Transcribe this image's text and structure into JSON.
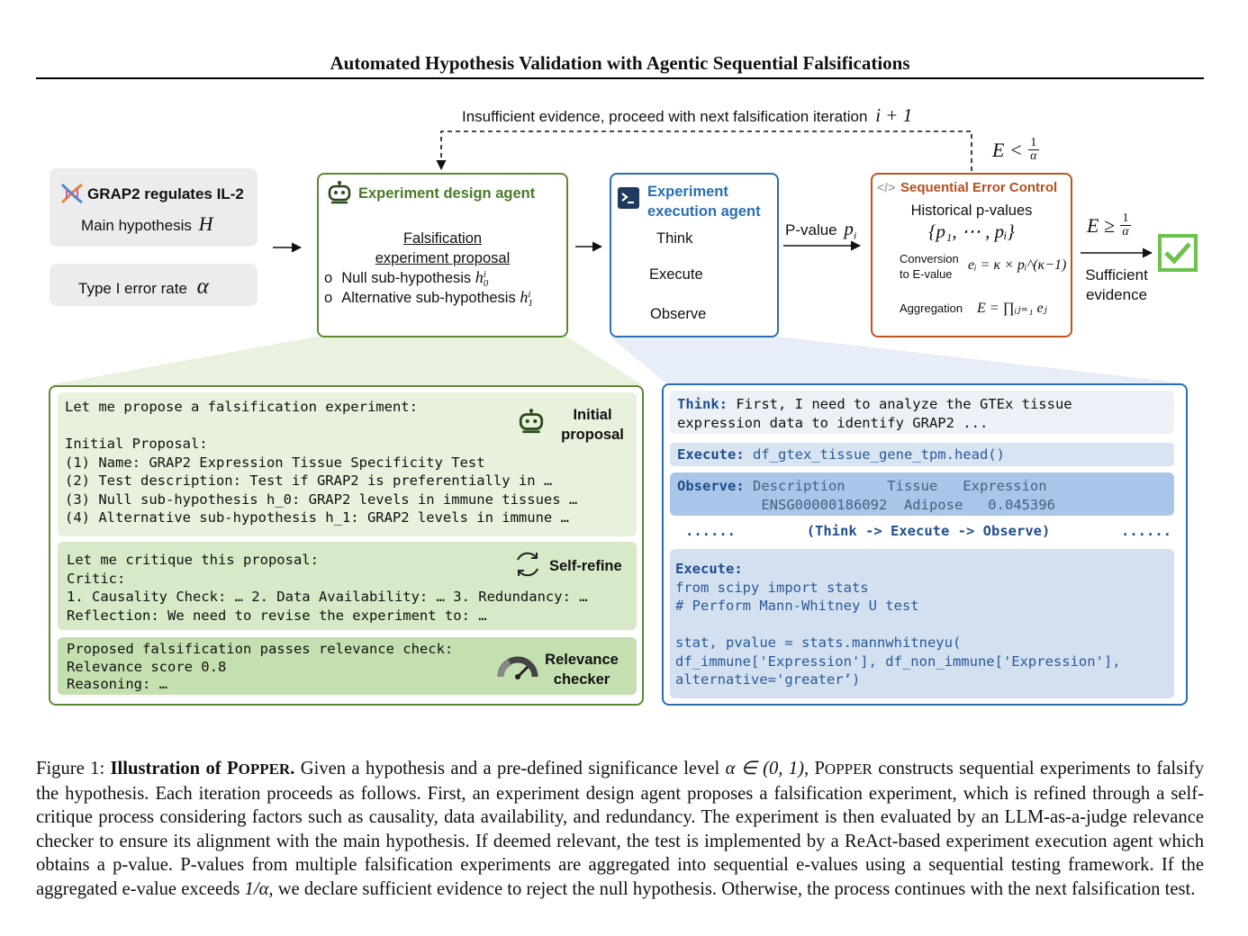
{
  "title": "Automated Hypothesis Validation with Agentic Sequential Falsifications",
  "feedback_loop": {
    "text": "Insufficient evidence, proceed with next falsification iteration",
    "math": "i + 1"
  },
  "stop_condition_lt": {
    "lhs": "E <",
    "num": "1",
    "den": "α"
  },
  "stop_condition_ge": {
    "lhs": "E ≥",
    "num": "1",
    "den": "α"
  },
  "hypothesis_card": {
    "name": "GRAP2 regulates IL-2",
    "label": "Main hypothesis",
    "symbol": "H"
  },
  "error_rate_card": {
    "label": "Type I error rate",
    "symbol": "α"
  },
  "design_agent": {
    "title": "Experiment design agent",
    "proposal_line1": "Falsification",
    "proposal_line2": "experiment proposal",
    "null_label": "Null sub-hypothesis",
    "null_symbol": "h",
    "null_sup": "i",
    "null_sub": "0",
    "alt_label": "Alternative sub-hypothesis",
    "alt_symbol": "h",
    "alt_sup": "i",
    "alt_sub": "1",
    "bullet": "o"
  },
  "execution_agent": {
    "title_line1": "Experiment",
    "title_line2": "execution agent",
    "steps": [
      "Think",
      "Execute",
      "Observe"
    ]
  },
  "pvalue_label": {
    "text": "P-value",
    "symbol": "p",
    "sub": "i"
  },
  "error_control": {
    "title": "Sequential Error Control",
    "history_label": "Historical p-values",
    "history_set": "{p₁, ⋯ , pᵢ}",
    "conversion_label_1": "Conversion",
    "conversion_label_2": "to E-value",
    "conversion_formula": "eᵢ = κ × pᵢ^(κ−1)",
    "aggregation_label": "Aggregation",
    "aggregation_formula": "E = ∏ᵢⱼ₌₁ eⱼ"
  },
  "sufficient": {
    "line1": "Sufficient",
    "line2": "evidence"
  },
  "left_panel": {
    "proposal": {
      "text": "Let me propose a falsification experiment:\n\nInitial Proposal:\n(1) Name: GRAP2 Expression Tissue Specificity Test\n(2) Test description: Test if GRAP2 is preferentially in …\n(3) Null sub-hypothesis h_0: GRAP2 levels in immune tissues …\n(4) Alternative sub-hypothesis h_1: GRAP2 levels in immune …",
      "badge_line1": "Initial",
      "badge_line2": "proposal"
    },
    "critique": {
      "text": "Let me critique this proposal:\nCritic:\n1. Causality Check: … 2. Data Availability: … 3. Redundancy: …\nReflection: We need to revise the experiment to: …",
      "badge": "Self-refine"
    },
    "relevance": {
      "text": "Proposed falsification passes relevance check:\nRelevance score 0.8\nReasoning: …",
      "badge_line1": "Relevance",
      "badge_line2": "checker"
    }
  },
  "right_panel": {
    "think": {
      "label": "Think:",
      "text": " First, I need to analyze the GTEx tissue\nexpression data to identify GRAP2 ..."
    },
    "execute1": {
      "label": "Execute:",
      "text": " df_gtex_tissue_gene_tpm.head()"
    },
    "observe": {
      "label": "Observe:",
      "header": " Description     Tissue   Expression",
      "row": "          ENSG00000186092  Adipose   0.045396"
    },
    "loop": {
      "dots_left": "......",
      "text": "(Think -> Execute -> Observe)",
      "dots_right": "......"
    },
    "execute2": {
      "label": "Execute:",
      "code": "from scipy import stats\n# Perform Mann-Whitney U test\n\nstat, pvalue = stats.mannwhitneyu(\ndf_immune['Expression'], df_non_immune['Expression'],\nalternative='greater’)"
    }
  },
  "caption": {
    "prefix": "Figure 1: ",
    "bold": "Illustration of P",
    "bold_sc": "OPPER",
    "bold_end": ".",
    "text1": " Given a hypothesis and a pre-defined significance level ",
    "math1": "α ∈ (0, 1)",
    "text2": ", P",
    "sc2": "OPPER",
    "text3": " constructs sequential experiments to falsify the hypothesis. Each iteration proceeds as follows. First, an experiment design agent proposes a falsification experiment, which is refined through a self-critique process considering factors such as causality, data availability, and redundancy. The experiment is then evaluated by an LLM-as-a-judge relevance checker to ensure its alignment with the main hypothesis. If deemed relevant, the test is implemented by a ReAct-based experiment execution agent which obtains a p-value. P-values from multiple falsification experiments are aggregated into sequential e-values using a sequential testing framework. If the aggregated e-value exceeds ",
    "math2": "1/α",
    "text4": ", we declare sufficient evidence to reject the null hypothesis. Otherwise, the process continues with the next falsification test."
  },
  "colors": {
    "green": "#5a8a32",
    "blue": "#2a6fb5",
    "orange": "#c0541e",
    "check": "#6cc24a"
  }
}
